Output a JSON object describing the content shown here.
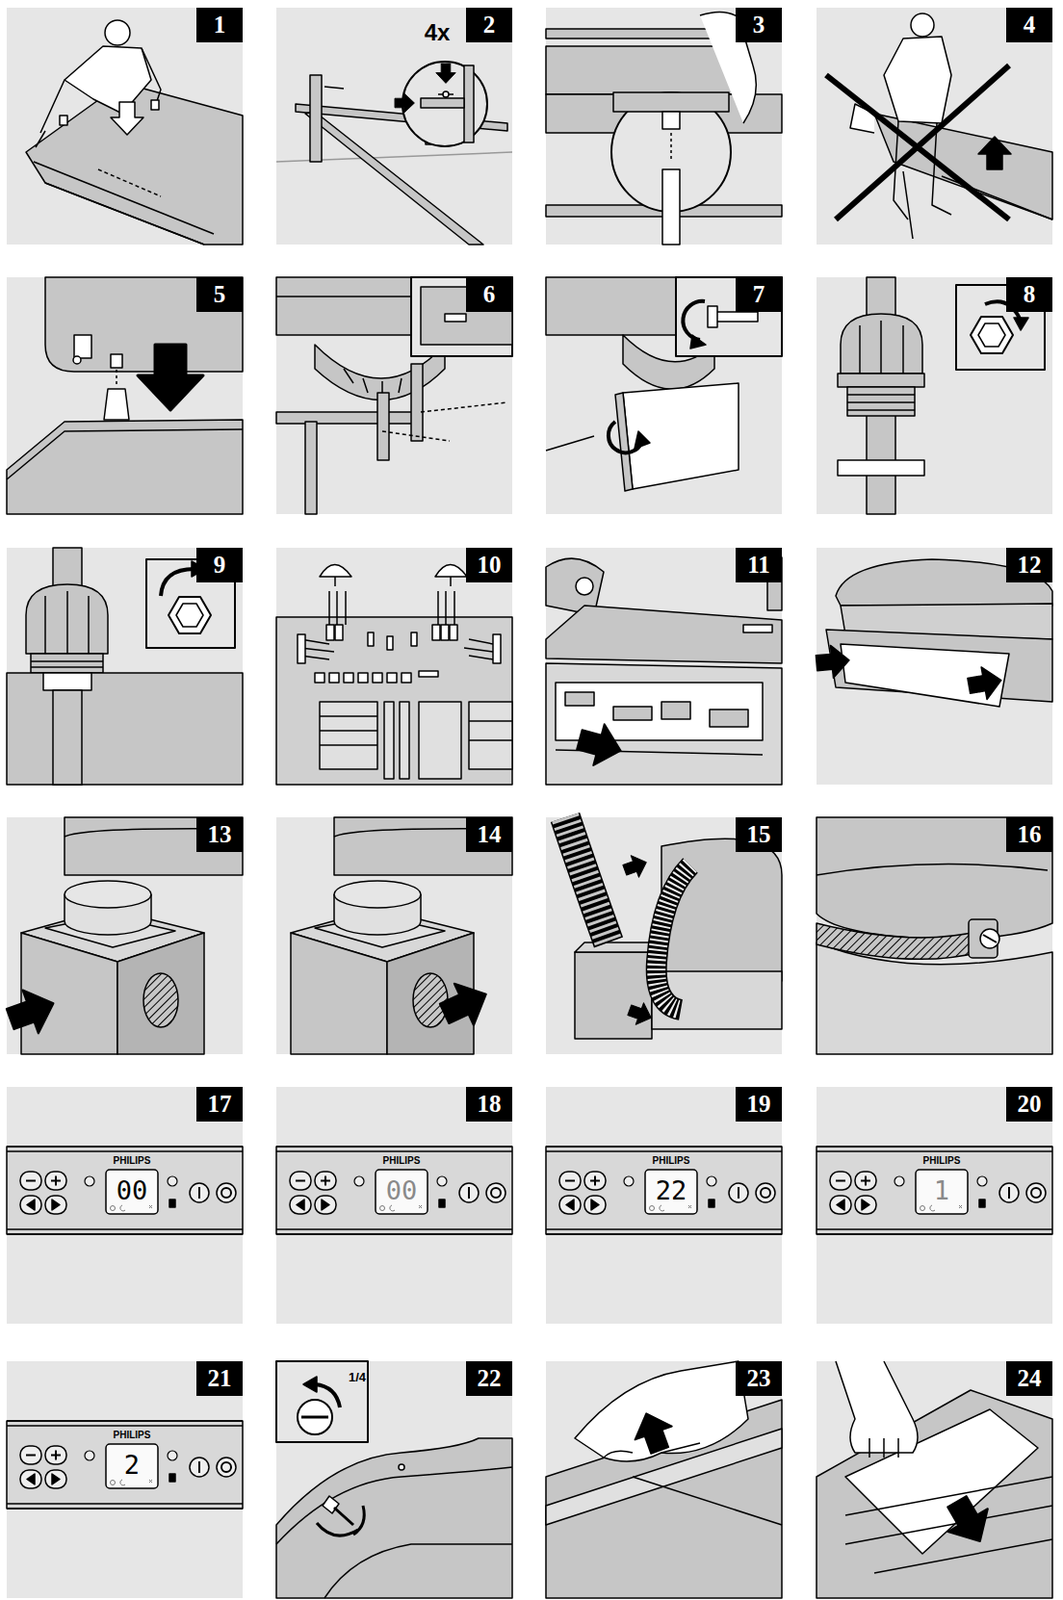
{
  "diagram": {
    "nodes": [
      {
        "text": [
          "1"
        ]
      },
      {
        "text": [
          "2"
        ]
      },
      {
        "text": [
          "3"
        ]
      },
      {
        "text": [
          "4"
        ]
      },
      {
        "text": [
          "5"
        ]
      },
      {
        "text": [
          "6"
        ]
      },
      {
        "text": [
          "7"
        ]
      },
      {
        "text": [
          "8"
        ]
      },
      {
        "text": [
          "9"
        ]
      },
      {
        "text": [
          "10"
        ]
      },
      {
        "text": [
          "11"
        ]
      },
      {
        "text": [
          "12"
        ]
      },
      {
        "text": [
          "13"
        ]
      },
      {
        "text": [
          "14"
        ]
      },
      {
        "text": [
          "15"
        ]
      },
      {
        "text": [
          "16"
        ]
      },
      {
        "text": [
          "17"
        ]
      },
      {
        "text": [
          "18"
        ]
      },
      {
        "text": [
          "19"
        ]
      },
      {
        "text": [
          "20"
        ]
      },
      {
        "text": [
          "21"
        ]
      },
      {
        "text": [
          "22"
        ]
      },
      {
        "text": [
          "23"
        ]
      },
      {
        "text": [
          "24"
        ]
      }
    ],
    "labels": [
      "4x",
      "PHILIPS",
      "00",
      "PHILIPS",
      "00",
      "PHILIPS",
      "22",
      "PHILIPS",
      "1",
      "PHILIPS",
      "2",
      "1/4"
    ]
  }
}
